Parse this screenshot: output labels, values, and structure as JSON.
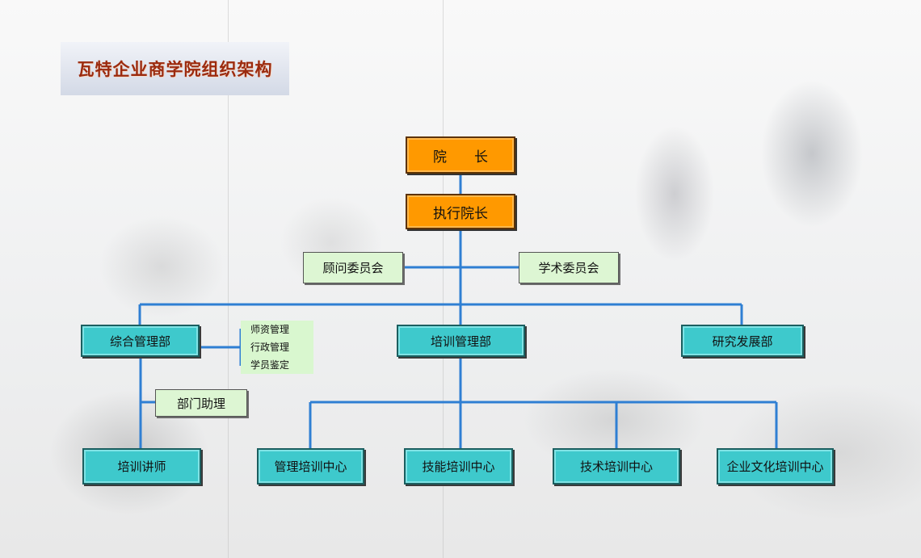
{
  "title": "瓦特企业商学院组织架构",
  "nodes": {
    "president": "院　　长",
    "executive_president": "执行院长",
    "advisory_committee": "顾问委员会",
    "academic_committee": "学术委员会",
    "general_management": "综合管理部",
    "training_management": "培训管理部",
    "research_development": "研究发展部",
    "department_assistant": "部门助理",
    "trainer": "培训讲师",
    "management_training_center": "管理培训中心",
    "skills_training_center": "技能培训中心",
    "technical_training_center": "技术培训中心",
    "culture_training_center": "企业文化培训中心"
  },
  "general_management_duties": [
    "师资管理",
    "行政管理",
    "学员鉴定"
  ],
  "colors": {
    "connector": "#2f7fd3",
    "orange_box": "#ff9900",
    "cyan_box": "#3ec9cc",
    "green_box": "#ddf6d3",
    "title_text": "#9b2a0e"
  }
}
